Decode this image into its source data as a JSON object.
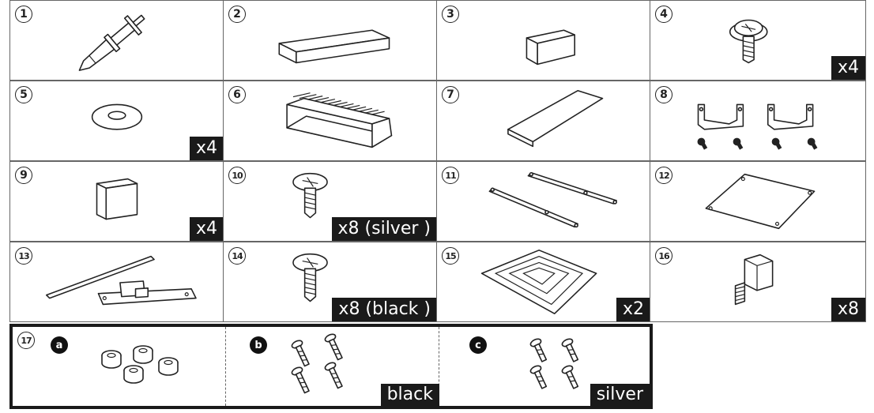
{
  "cells": [
    {
      "num": "1",
      "qty": ""
    },
    {
      "num": "2",
      "qty": ""
    },
    {
      "num": "3",
      "qty": ""
    },
    {
      "num": "4",
      "qty": "x4"
    },
    {
      "num": "5",
      "qty": "x4"
    },
    {
      "num": "6",
      "qty": ""
    },
    {
      "num": "7",
      "qty": ""
    },
    {
      "num": "8",
      "qty": ""
    },
    {
      "num": "9",
      "qty": "x4"
    },
    {
      "num": "10",
      "qty": "x8 (silver )"
    },
    {
      "num": "11",
      "qty": ""
    },
    {
      "num": "12",
      "qty": ""
    },
    {
      "num": "13",
      "qty": ""
    },
    {
      "num": "14",
      "qty": "x8 (black )"
    },
    {
      "num": "15",
      "qty": "x2"
    },
    {
      "num": "16",
      "qty": "x8"
    }
  ],
  "group17": {
    "num": "17",
    "subs": [
      {
        "letter": "a",
        "qty": ""
      },
      {
        "letter": "b",
        "qty": "black"
      },
      {
        "letter": "c",
        "qty": "silver"
      }
    ]
  },
  "colors": {
    "border": "#666666",
    "badge": "#1a1a1a",
    "ink": "#222222"
  }
}
